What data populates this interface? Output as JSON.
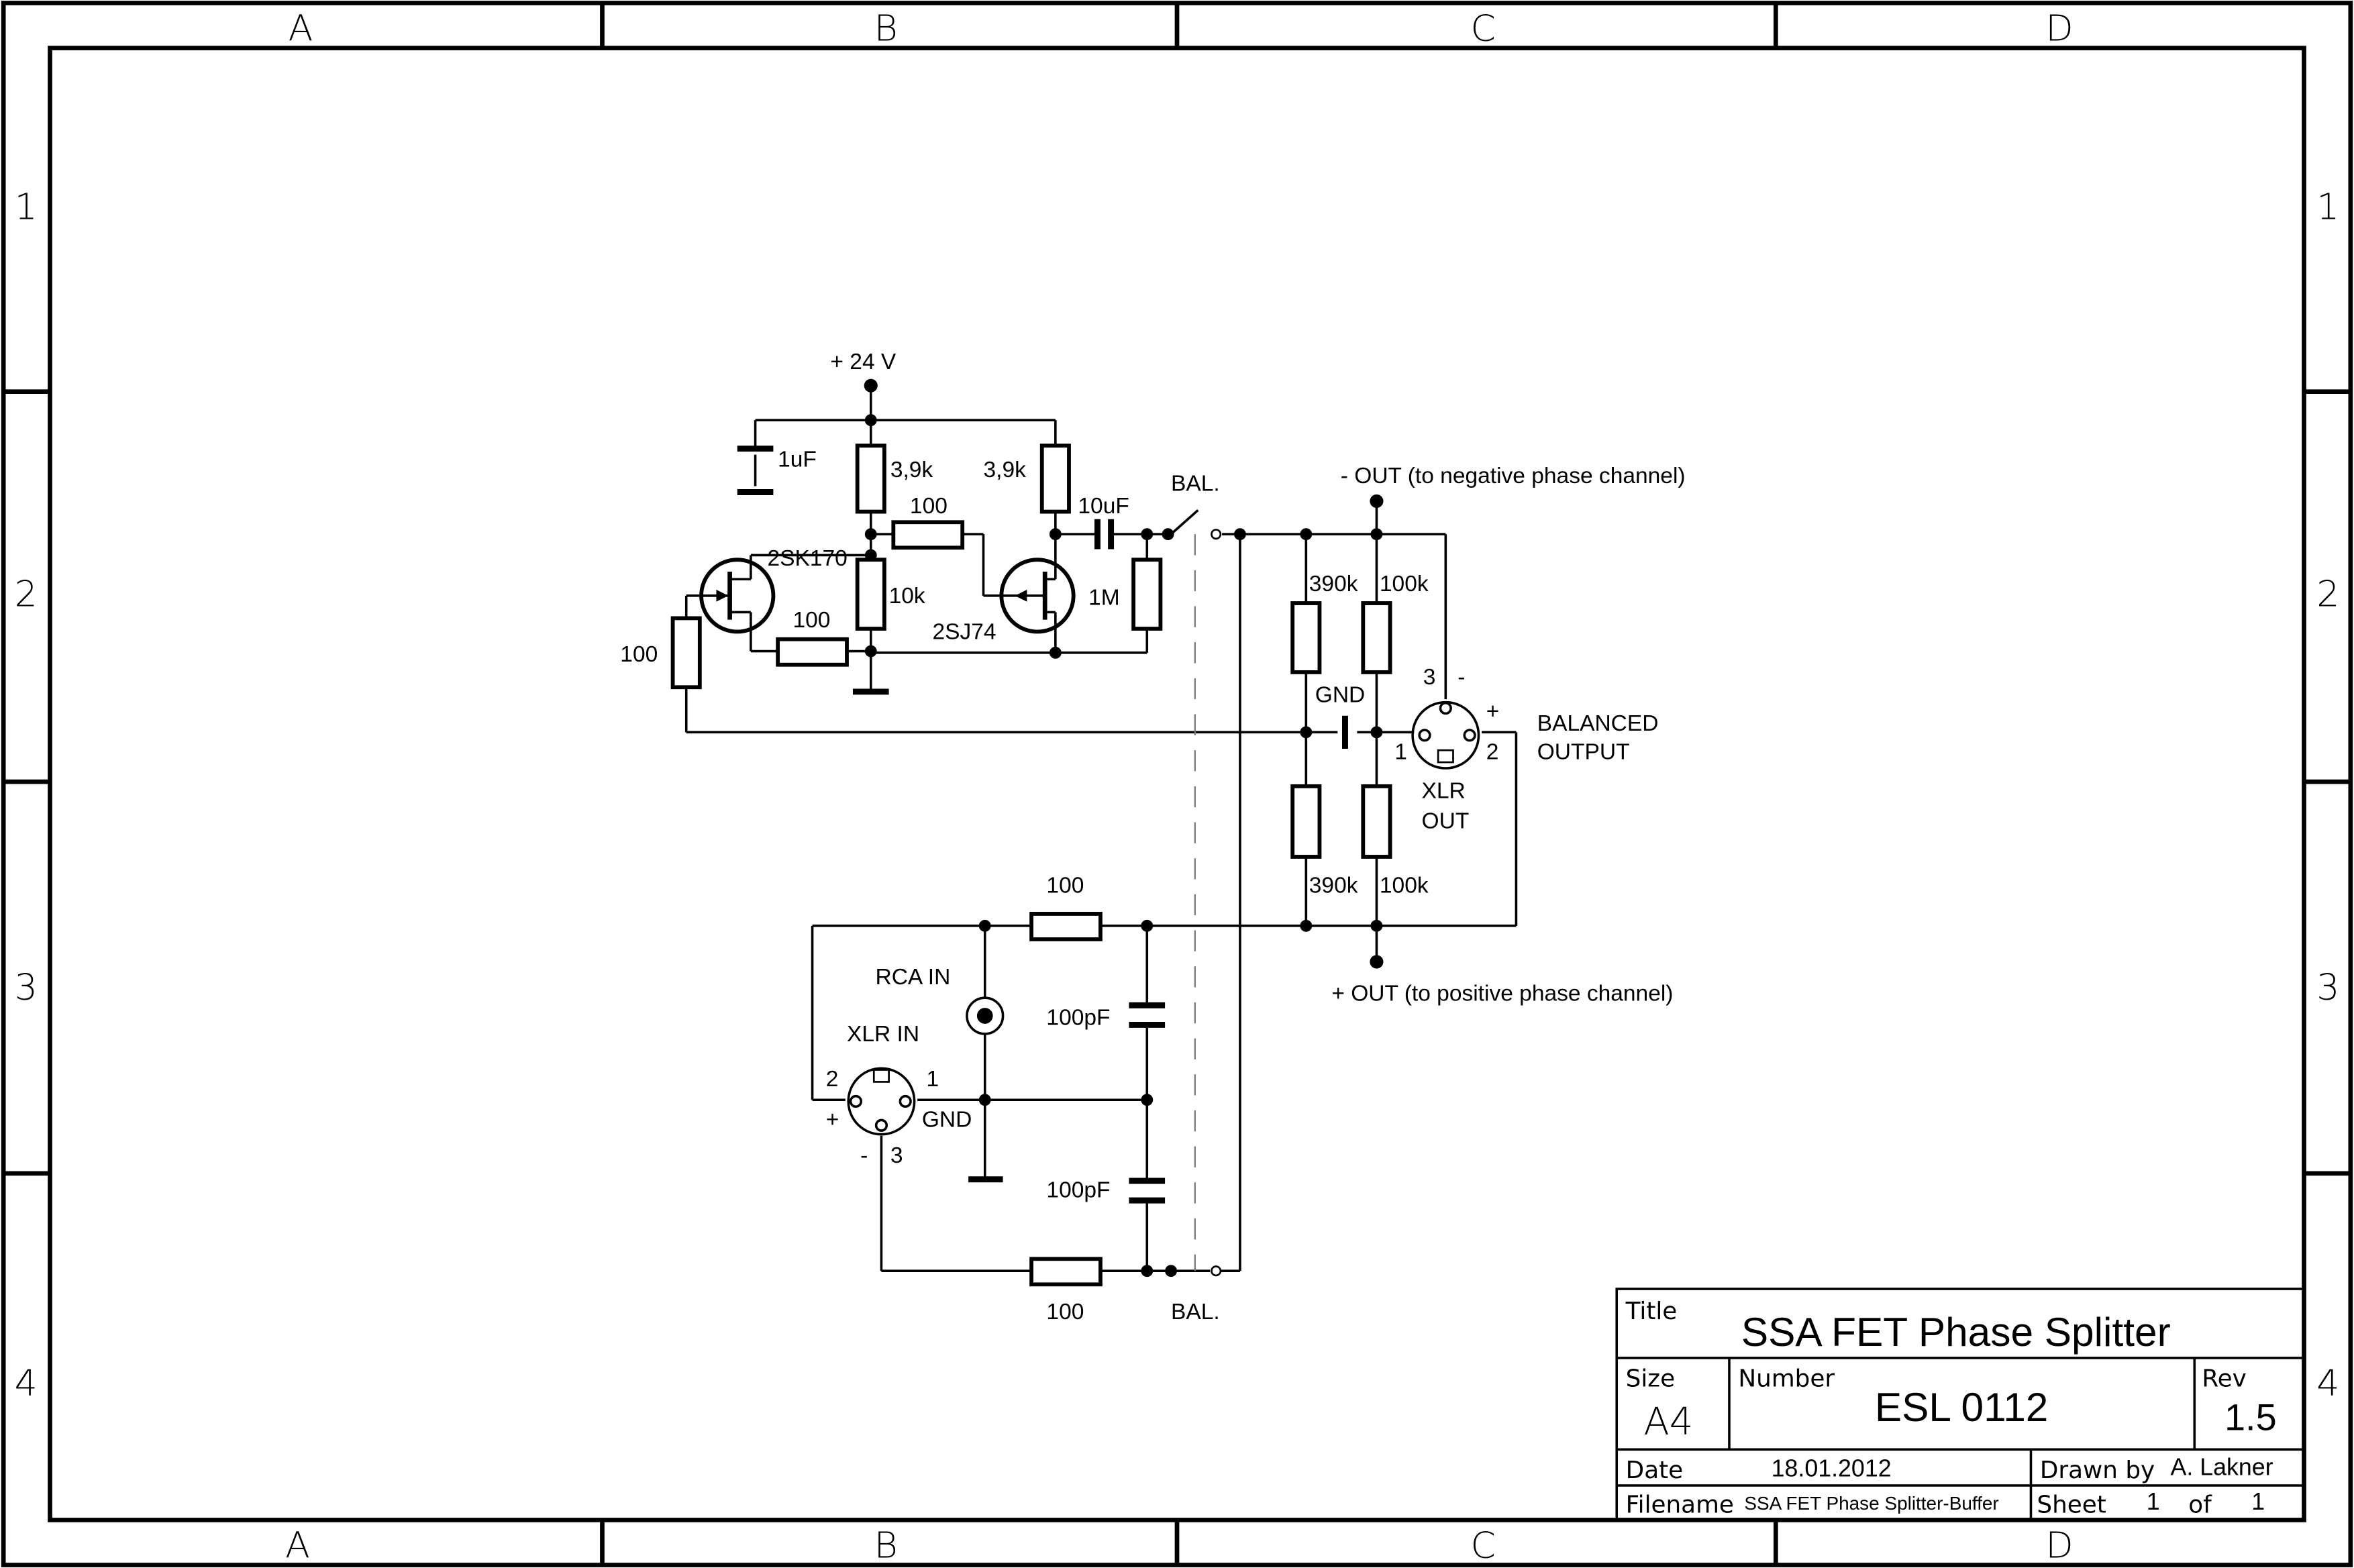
{
  "frame": {
    "columns": [
      "A",
      "B",
      "C",
      "D"
    ],
    "rows": [
      "1",
      "2",
      "3",
      "4"
    ]
  },
  "labels": {
    "supply": "+ 24 V",
    "c_1uf": "1uF",
    "r_39k_a": "3,9k",
    "r_39k_b": "3,9k",
    "r_100_ser": "100",
    "c_10uf": "10uF",
    "bal_top": "BAL.",
    "q1": "2SK170",
    "q2": "2SJ74",
    "r_10k": "10k",
    "r_1m": "1M",
    "r_100_src": "100",
    "r_100_gate": "100",
    "neg_out": "- OUT (to negative phase channel)",
    "r_390k_top": "390k",
    "r_100k_top": "100k",
    "gnd_out": "GND",
    "xlr_out_pin3": "3",
    "xlr_out_minus": "-",
    "xlr_out_plus": "+",
    "xlr_out_pin1": "1",
    "xlr_out_pin2": "2",
    "xlr_out_name_1": "XLR",
    "xlr_out_name_2": "OUT",
    "balanced_1": "BALANCED",
    "balanced_2": "OUTPUT",
    "r_390k_bot": "390k",
    "r_100k_bot": "100k",
    "r_100_in_top": "100",
    "pos_out": "+ OUT (to positive phase channel)",
    "rca_in": "RCA IN",
    "c_100pf_top": "100pF",
    "xlr_in": "XLR IN",
    "xlr_in_pin2": "2",
    "xlr_in_pin1": "1",
    "xlr_in_plus": "+",
    "xlr_in_gnd": "GND",
    "xlr_in_minus": "-",
    "xlr_in_pin3": "3",
    "c_100pf_bot": "100pF",
    "r_100_in_bot": "100",
    "bal_bot": "BAL."
  },
  "title_block": {
    "title_label": "Title",
    "title": "SSA FET Phase Splitter",
    "size_label": "Size",
    "size": "A4",
    "number_label": "Number",
    "number": "ESL 0112",
    "rev_label": "Rev",
    "rev": "1.5",
    "date_label": "Date",
    "date": "18.01.2012",
    "drawn_label": "Drawn by",
    "drawn_by": "A. Lakner",
    "filename_label": "Filename",
    "filename": "SSA FET Phase Splitter-Buffer",
    "sheet_label": "Sheet",
    "sheet": "1",
    "of_label": "of",
    "sheet_total": "1"
  }
}
